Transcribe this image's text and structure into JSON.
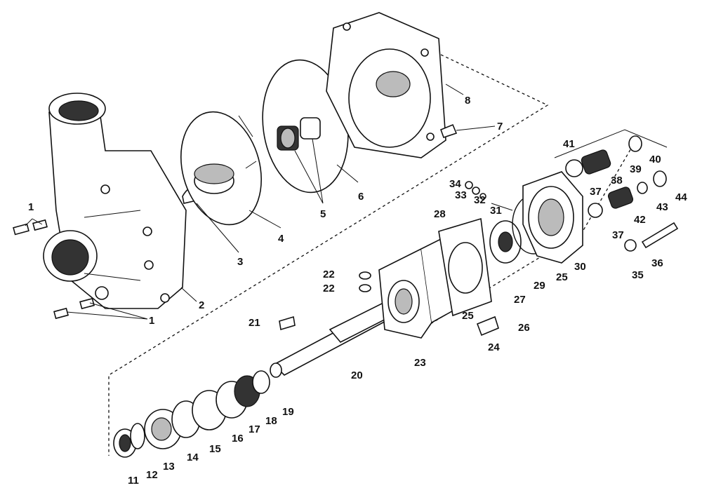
{
  "diagram": {
    "labels": [
      "1",
      "1",
      "2",
      "3",
      "4",
      "5",
      "6",
      "7",
      "8",
      "11",
      "12",
      "13",
      "14",
      "15",
      "16",
      "17",
      "18",
      "19",
      "20",
      "21",
      "22",
      "22",
      "23",
      "24",
      "25",
      "25",
      "26",
      "27",
      "28",
      "29",
      "30",
      "31",
      "32",
      "33",
      "34",
      "35",
      "36",
      "37",
      "37",
      "38",
      "39",
      "40",
      "41",
      "42",
      "43",
      "44"
    ]
  }
}
